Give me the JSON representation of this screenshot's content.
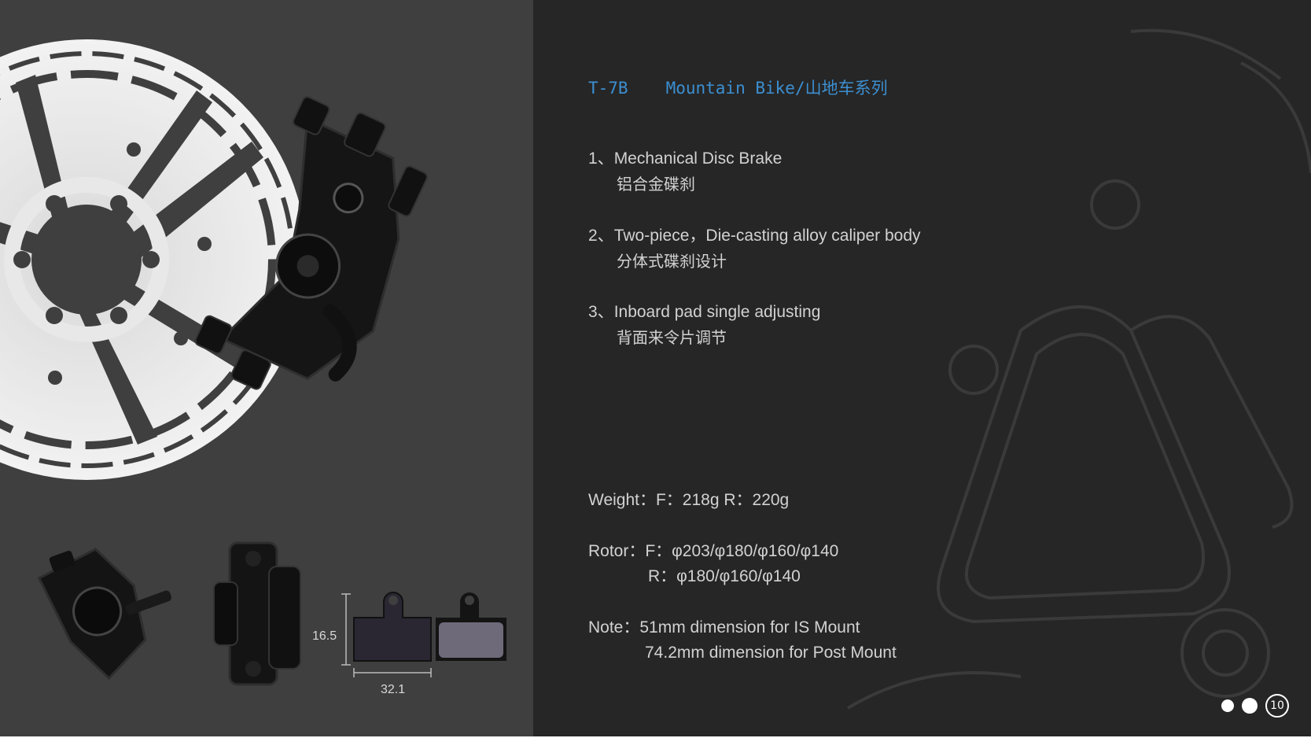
{
  "title": {
    "model": "T-7B",
    "series": "Mountain Bike/山地车系列"
  },
  "features": [
    {
      "number": "1、",
      "en": "Mechanical Disc Brake",
      "cn": "铝合金碟刹"
    },
    {
      "number": "2、",
      "en": "Two-piece，Die-casting alloy caliper body",
      "cn": "分体式碟刹设计"
    },
    {
      "number": "3、",
      "en": "Inboard pad single adjusting",
      "cn": "背面来令片调节"
    }
  ],
  "specs": {
    "weight": "Weight：F：218g  R：220g",
    "rotor_front": "Rotor：F：φ203/φ180/φ160/φ140",
    "rotor_rear": "R：φ180/φ160/φ140",
    "note_1": "Note：51mm dimension for IS Mount",
    "note_2": "74.2mm dimension for Post Mount"
  },
  "dimensions": {
    "height": "16.5",
    "width": "32.1"
  },
  "page_number": "10",
  "colors": {
    "title": "#3c8fd1",
    "text": "#d2d2d2",
    "left_bg": "#3f3f3f",
    "right_bg": "#262626"
  },
  "icons": [
    "disc-rotor-image",
    "caliper-image",
    "caliper-side-image",
    "caliper-front-image",
    "brake-pad-image"
  ]
}
